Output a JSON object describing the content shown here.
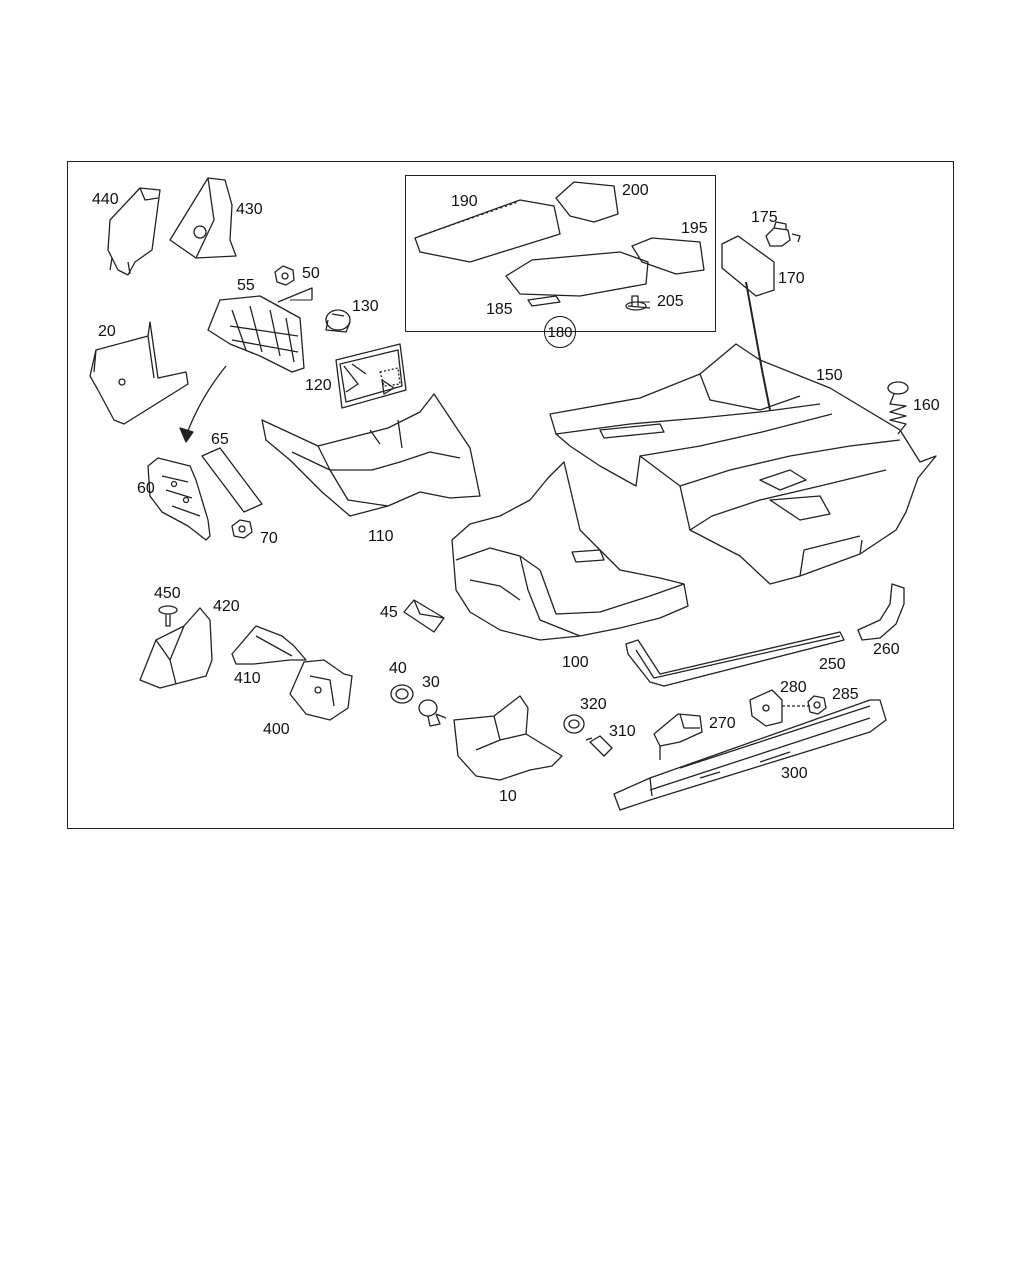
{
  "labels": {
    "p440": "440",
    "p430": "430",
    "p55": "55",
    "p50": "50",
    "p130": "130",
    "p20": "20",
    "p120": "120",
    "p65": "65",
    "p60": "60",
    "p70": "70",
    "p110": "110",
    "p190": "190",
    "p200": "200",
    "p195": "195",
    "p185": "185",
    "p205": "205",
    "p180": "180",
    "p175": "175",
    "p170": "170",
    "p150": "150",
    "p160": "160",
    "p45": "45",
    "p100": "100",
    "p250": "250",
    "p260": "260",
    "p450": "450",
    "p420": "420",
    "p410": "410",
    "p400": "400",
    "p40": "40",
    "p30": "30",
    "p10": "10",
    "p320": "320",
    "p310": "310",
    "p270": "270",
    "p280": "280",
    "p285": "285",
    "p300": "300"
  },
  "colors": {
    "line": "#222222",
    "background": "#ffffff"
  }
}
